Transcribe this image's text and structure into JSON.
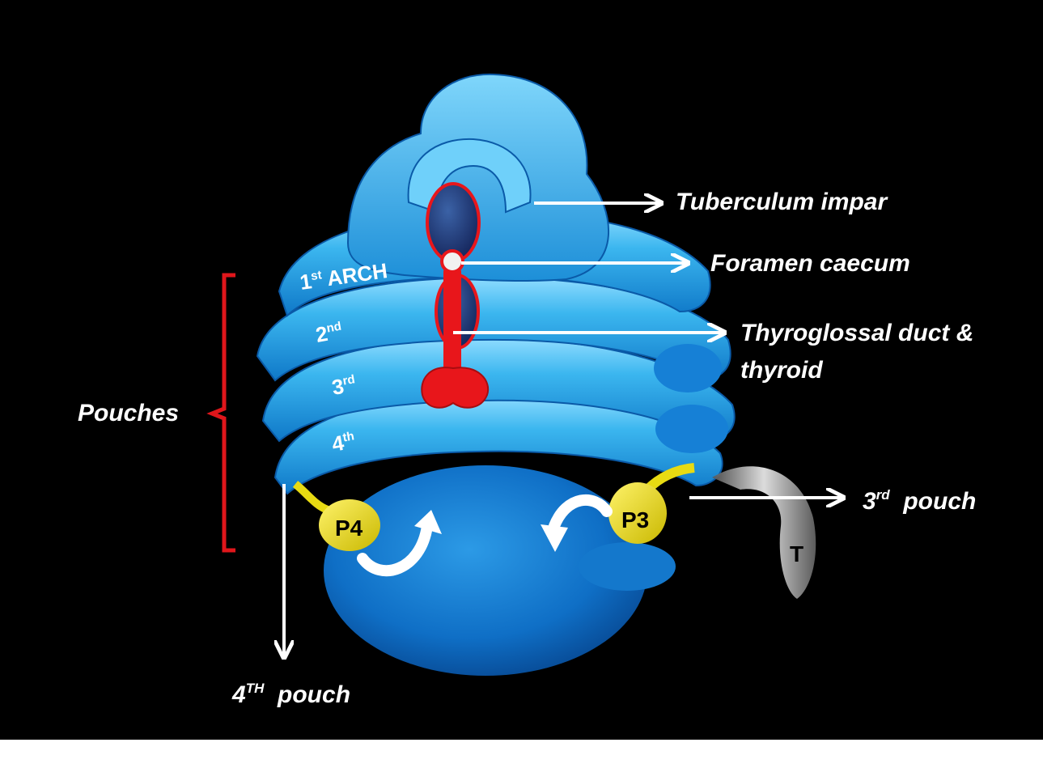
{
  "labels": {
    "tuberculum": "Tuberculum impar",
    "foramen": "Foramen caecum",
    "thyroglossal_line1": "Thyroglossal duct &",
    "thyroglossal_line2": "thyroid",
    "pouches": "Pouches",
    "third_pouch": {
      "num": "3",
      "sup": "rd",
      "word": "pouch"
    },
    "fourth_pouch": {
      "num": "4",
      "sup": "TH",
      "word": "pouch"
    }
  },
  "arches": {
    "first": {
      "main": "1",
      "sup": "st",
      "rest": "ARCH"
    },
    "second": {
      "main": "2",
      "sup": "nd"
    },
    "third": {
      "main": "3",
      "sup": "rd"
    },
    "fourth": {
      "main": "4",
      "sup": "th"
    }
  },
  "markers": {
    "p4": "P4",
    "p3": "P3",
    "t": "T"
  },
  "colors": {
    "background": "#000000",
    "arch_blue": "#1a9be0",
    "arch_light": "#4cc4f2",
    "thyroid_red": "#e8161b",
    "pouch_yellow": "#f0e21c",
    "bracket_red": "#e0161b",
    "arrow_white": "#ffffff"
  }
}
